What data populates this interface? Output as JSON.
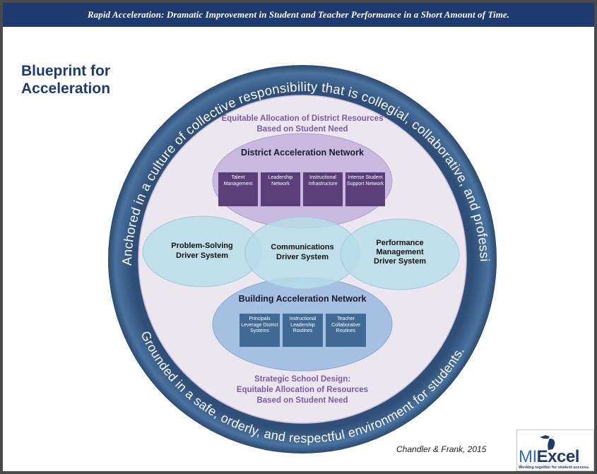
{
  "banner": "Rapid Acceleration:  Dramatic Improvement in Student and Teacher Performance in a Short Amount of Time.",
  "title_line1": "Blueprint for",
  "title_line2": "Acceleration",
  "ring": {
    "top_text": "Anchored in a culture of collective responsibility that is collegial, collaborative, and professional.",
    "bottom_text": "Grounded in a safe, orderly, and respectful environment for students."
  },
  "district_resources": {
    "line1": "Equitable Allocation of District Resources",
    "line2": "Based on Student Need"
  },
  "district_network": {
    "title": "District Acceleration Network",
    "boxes": [
      "Talent Management",
      "Leadership Network",
      "Instructional Infrastructure",
      "Intense Student Support Network"
    ]
  },
  "drivers": {
    "left_line1": "Problem-Solving",
    "left_line2": "Driver System",
    "center_line1": "Communications",
    "center_line2": "Driver System",
    "right_line1": "Performance",
    "right_line2": "Management",
    "right_line3": "Driver System"
  },
  "building_network": {
    "title": "Building Acceleration Network",
    "boxes": [
      "Principals Leverage District Systems",
      "Instructional Leadership Routines",
      "Teacher Collaborative Routines"
    ]
  },
  "school_design": {
    "line1": "Strategic School Design:",
    "line2": "Equitable Allocation of Resources",
    "line3": "Based on Student Need"
  },
  "credit": "Chandler & Frank, 2015",
  "logo": {
    "mi": "MI",
    "excel": "Excel",
    "tagline": "Working together for student success."
  },
  "colors": {
    "navy": "#1f3a6e",
    "ring": "#3f648e",
    "lavender": "#ece6f0",
    "district": "#c7b4dc",
    "driver": "#b7dde9",
    "building": "#9fbbe0"
  }
}
